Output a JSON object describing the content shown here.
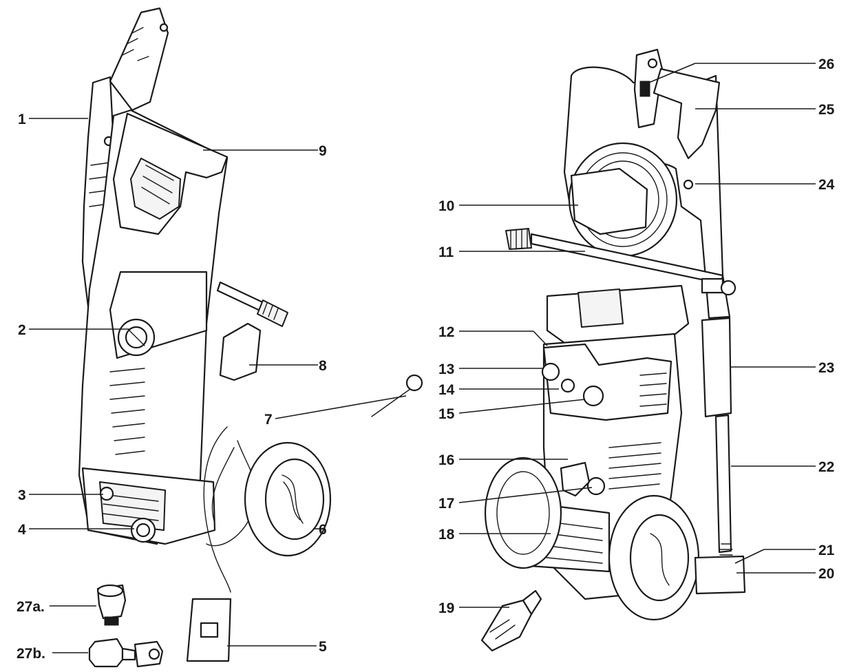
{
  "labels": {
    "l1": "1",
    "l2": "2",
    "l3": "3",
    "l4": "4",
    "l5": "5",
    "l6": "6",
    "l7": "7",
    "l8": "8",
    "l9": "9",
    "l10": "10",
    "l11": "11",
    "l12": "12",
    "l13": "13",
    "l14": "14",
    "l15": "15",
    "l16": "16",
    "l17": "17",
    "l18": "18",
    "l19": "19",
    "l20": "20",
    "l21": "21",
    "l22": "22",
    "l23": "23",
    "l24": "24",
    "l25": "25",
    "l26": "26",
    "l27a": "27a.",
    "l27b": "27b."
  }
}
